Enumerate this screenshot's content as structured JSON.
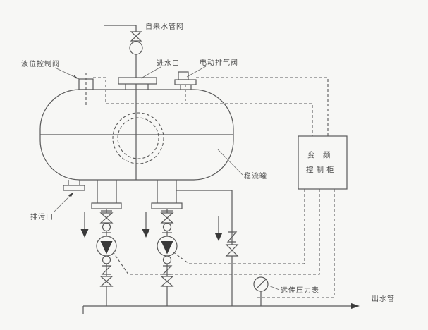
{
  "colors": {
    "background": "#f7f7f5",
    "ink": "#5a5a5a",
    "symbol_fill": "#3a3a3a",
    "label_text": "#4c4c4c"
  },
  "diagram": {
    "type": "piping-schematic",
    "subject": "non-negative-pressure water supply equipment schematic",
    "labels": {
      "tap_water_network": "自来水管网",
      "water_inlet": "进水口",
      "level_control_valve": "液位控制阀",
      "electric_exhaust_valve": "电动排气阀",
      "tank": "稳流罐",
      "cabinet_line1": "变 频",
      "cabinet_line2": "控制柜",
      "drain_outlet": "排污口",
      "remote_pressure_gauge": "远传压力表",
      "outlet_pipe": "出水管"
    },
    "components": [
      "inlet-shutoff-valve",
      "water-meter",
      "level-control-valve",
      "inlet-flange",
      "electric-exhaust-valve",
      "horizontal-tank",
      "manhole-dashed-circles",
      "drain-nozzle",
      "pump-branch-1",
      "pump-branch-2",
      "bypass-branch",
      "butterfly-valves",
      "check-valves",
      "pumps",
      "flow-direction-arrows",
      "remote-pressure-gauge",
      "vfd-control-cabinet",
      "outlet-manifold",
      "dashed-control-wiring"
    ]
  }
}
